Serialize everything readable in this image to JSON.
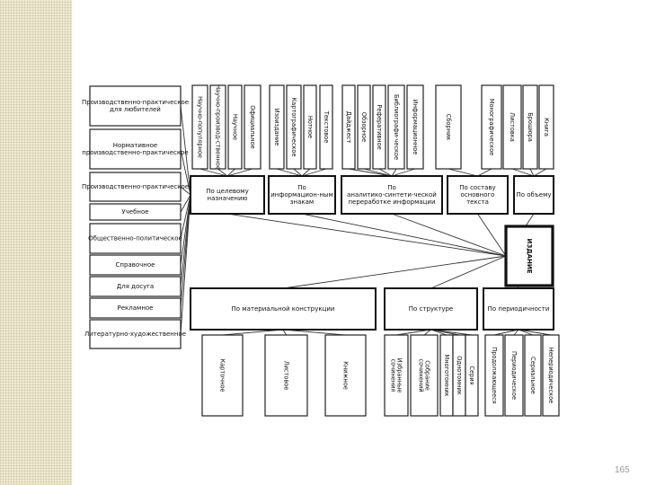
{
  "page_number": "165",
  "center": "ИЗДАНИЕ",
  "categories": [
    "По целевому назначению",
    "По информацион-ным знакам",
    "По аналитико-синтети-ческой переработке информации",
    "По составу основного текста",
    "По объему",
    "По материальной конструкции",
    "По структуре",
    "По периодичности"
  ],
  "left_column": [
    "Производственно-практическое для любителей",
    "Нормативное производственно-практическое",
    "Производственно-практическое",
    "Учебное",
    "Общественно-политическое",
    "Справочное",
    "Для досуга",
    "Рекламное",
    "Литературно-художественное"
  ],
  "top_tabs": [
    "Научно-популярное",
    "Научно-производ-ственное",
    "Научное",
    "Официальное",
    "Изоиздание",
    "Картографическое",
    "Нотное",
    "Текстовое",
    "Дайджест",
    "Обзорное",
    "Реферативное",
    "Библиографи-ческое",
    "Информационное",
    "Сборник",
    "Монографическое",
    "Листовка",
    "Брошюра",
    "Книга"
  ],
  "bottom_tabs": [
    "Карточное",
    "Листовое",
    "Книжное",
    "Избранные сочинения",
    "Собрание сочинений",
    "Многотомник",
    "Однотомник",
    "Серия",
    "Продолжающееся",
    "Периодическое",
    "Сериальное",
    "Непериодическое"
  ]
}
